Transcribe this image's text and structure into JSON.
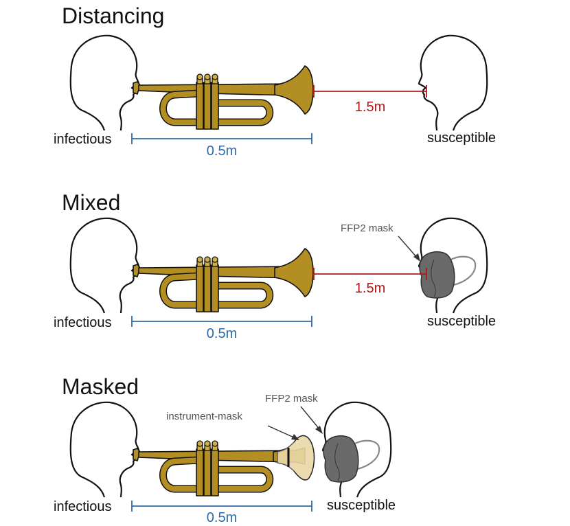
{
  "panels": [
    {
      "title": "Distancing",
      "player_label": "infectious",
      "listener_label": "susceptible",
      "instrument_length": "0.5m",
      "gap_distance": "1.5m"
    },
    {
      "title": "Mixed",
      "player_label": "infectious",
      "listener_label": "susceptible",
      "instrument_length": "0.5m",
      "gap_distance": "1.5m",
      "listener_mask_label": "FFP2 mask"
    },
    {
      "title": "Masked",
      "player_label": "infectious",
      "listener_label": "susceptible",
      "instrument_length": "0.5m",
      "listener_mask_label": "FFP2 mask",
      "instrument_mask_label": "instrument-mask"
    }
  ],
  "colors": {
    "brass": "#b38e22",
    "instrument_length_line": "#2f6aa8",
    "gap_distance_line": "#b01818",
    "ffp2_mask": "#6a6a6a",
    "instrument_mask": "#e9d7a6"
  },
  "icons": [
    "head-icon",
    "trumpet-icon",
    "ffp2-mask-icon",
    "instrument-mask-icon"
  ]
}
